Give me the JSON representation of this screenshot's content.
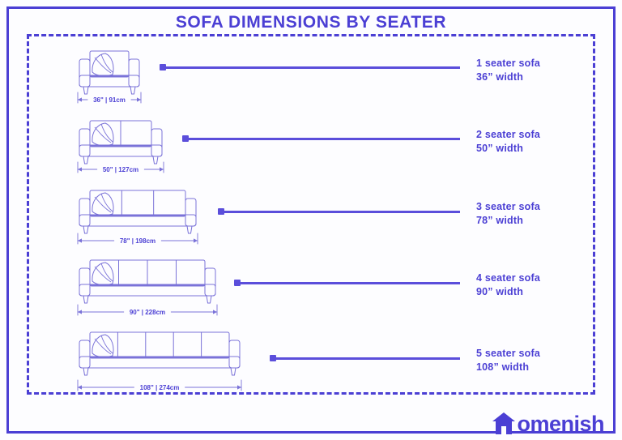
{
  "title": "SOFA DIMENSIONS BY SEATER",
  "colors": {
    "accent": "#4b3fd4",
    "line": "#5b4edb",
    "drawing": "#7a72d8",
    "background": "#fdfdff"
  },
  "chart_data": {
    "type": "table",
    "title": "SOFA DIMENSIONS BY SEATER",
    "xlabel": "",
    "ylabel": "",
    "categories": [
      "1 seater sofa",
      "2 seater sofa",
      "3 seater sofa",
      "4 seater sofa",
      "5 seater sofa"
    ],
    "values": [
      36,
      50,
      78,
      90,
      108
    ],
    "values_cm": [
      91,
      127,
      198,
      228,
      274
    ],
    "unit": "inches",
    "series": [
      {
        "name": "Width (in)",
        "values": [
          36,
          50,
          78,
          90,
          108
        ]
      },
      {
        "name": "Width (cm)",
        "values": [
          91,
          127,
          198,
          228,
          274
        ]
      }
    ]
  },
  "rows": [
    {
      "seats": 1,
      "name_label": "1 seater sofa",
      "width_label": "36” width",
      "dimension": "36\" | 91cm"
    },
    {
      "seats": 2,
      "name_label": "2 seater sofa",
      "width_label": "50” width",
      "dimension": "50\" | 127cm"
    },
    {
      "seats": 3,
      "name_label": "3 seater sofa",
      "width_label": "78” width",
      "dimension": "78\" | 198cm"
    },
    {
      "seats": 4,
      "name_label": "4 seater sofa",
      "width_label": "90” width",
      "dimension": "90\" | 228cm"
    },
    {
      "seats": 5,
      "name_label": "5 seater sofa",
      "width_label": "108” width",
      "dimension": "108\" | 274cm"
    }
  ],
  "logo": {
    "text": "omenish",
    "icon": "house-icon",
    "full_name": "Homenish"
  }
}
